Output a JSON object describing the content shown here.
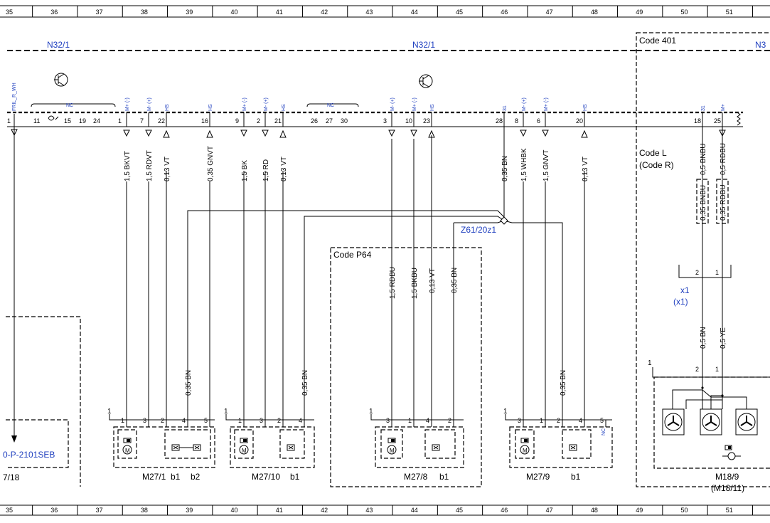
{
  "rulers": {
    "numbers": [
      "35",
      "36",
      "37",
      "38",
      "39",
      "40",
      "41",
      "42",
      "43",
      "44",
      "45",
      "46",
      "47",
      "48",
      "49",
      "50",
      "51"
    ]
  },
  "labels": {
    "n32_1_left": "N32/1",
    "n32_1_mid": "N32/1",
    "n3_right": "N3",
    "code_401": "Code 401",
    "code_l": "Code L",
    "code_r": "(Code R)",
    "code_p64": "Code P64",
    "z61": "Z61/20z1",
    "x1": "x1",
    "x1_paren": "(x1)",
    "left_ref": "0-P-2101SEB",
    "left_bottom": "7/18",
    "fril": "FRIL_R_WH",
    "nc": "NC"
  },
  "bus": {
    "pins_left": [
      "11",
      "15",
      "19",
      "24"
    ],
    "pins_mid": [
      "26",
      "27",
      "30"
    ],
    "pin_1_left": "1",
    "pin_11_left": "11"
  },
  "connections": [
    {
      "id": "c1",
      "pin": "1",
      "sig": "M+ (-)",
      "wire": "1,5 BKVT",
      "dir": "down"
    },
    {
      "id": "c2",
      "pin": "7",
      "sig": "M- (+)",
      "wire": "1,5 RDVT",
      "dir": "down"
    },
    {
      "id": "c3",
      "pin": "22",
      "sig": "HS",
      "wire": "0,13 VT",
      "dir": "up"
    },
    {
      "id": "c4",
      "pin": "16",
      "sig": "HS",
      "wire": "0,35 GNVT",
      "dir": "up"
    },
    {
      "id": "c5",
      "pin": "9",
      "sig": "M+ (-)",
      "wire": "1,5 BK",
      "dir": "down"
    },
    {
      "id": "c6",
      "pin": "2",
      "sig": "M- (+)",
      "wire": "1,5 RD",
      "dir": "down"
    },
    {
      "id": "c7",
      "pin": "21",
      "sig": "HS",
      "wire": "0,13 VT",
      "dir": "up"
    },
    {
      "id": "c8",
      "pin": "3",
      "sig": "M- (+)",
      "wire": "",
      "dir": "down"
    },
    {
      "id": "c9",
      "pin": "10",
      "sig": "M+ (-)",
      "wire": "",
      "dir": "down"
    },
    {
      "id": "c10",
      "pin": "23",
      "sig": "HS",
      "wire": "",
      "dir": "up"
    },
    {
      "id": "c11",
      "pin": "28",
      "sig": "31",
      "wire": "0,35 BN",
      "dir": "none"
    },
    {
      "id": "c12",
      "pin": "8",
      "sig": "M- (+)",
      "wire": "1,5 WHBK",
      "dir": "down"
    },
    {
      "id": "c13",
      "pin": "6",
      "sig": "M+ (-)",
      "wire": "1,5 GNVT",
      "dir": "down"
    },
    {
      "id": "c14",
      "pin": "20",
      "sig": "HS",
      "wire": "0,13 VT",
      "dir": "up"
    },
    {
      "id": "c15",
      "pin": "18",
      "sig": "31",
      "wire": "0,5 BNBU",
      "dir": "none"
    },
    {
      "id": "c16",
      "pin": "25",
      "sig": "M+",
      "wire": "0,5 RDBU",
      "dir": "down"
    }
  ],
  "p64_wires": [
    "1,5 RDBU",
    "1,5 BKBU",
    "0,13 VT",
    "0,35 BN"
  ],
  "ground_wires": [
    "0,35 BN",
    "0,35 BN",
    "0,35 BN"
  ],
  "right_wires": {
    "upper": [
      "0,35 BNBU",
      "0,35 RDBU"
    ],
    "lower": [
      "0,5 BN",
      "0,5 YE"
    ],
    "conn_pins": [
      "2",
      "1"
    ],
    "m18_pins": [
      "2",
      "1"
    ],
    "m18_one": "1"
  },
  "components": [
    {
      "name": "M27/1",
      "tags": [
        "b1",
        "b2"
      ],
      "one": "1",
      "pins": [
        "1",
        "3",
        "2",
        "4",
        "5"
      ]
    },
    {
      "name": "M27/10",
      "tags": [
        "b1"
      ],
      "one": "1",
      "pins": [
        "1",
        "3",
        "2",
        "4"
      ]
    },
    {
      "name": "M27/8",
      "tags": [
        "b1"
      ],
      "one": "1",
      "pins": [
        "3",
        "1",
        "4",
        "2"
      ]
    },
    {
      "name": "M27/9",
      "tags": [
        "b1"
      ],
      "one": "1",
      "pins": [
        "3",
        "1",
        "2",
        "4",
        "5"
      ]
    }
  ],
  "m18": {
    "name": "M18/9",
    "alt": "(M18/11)"
  }
}
